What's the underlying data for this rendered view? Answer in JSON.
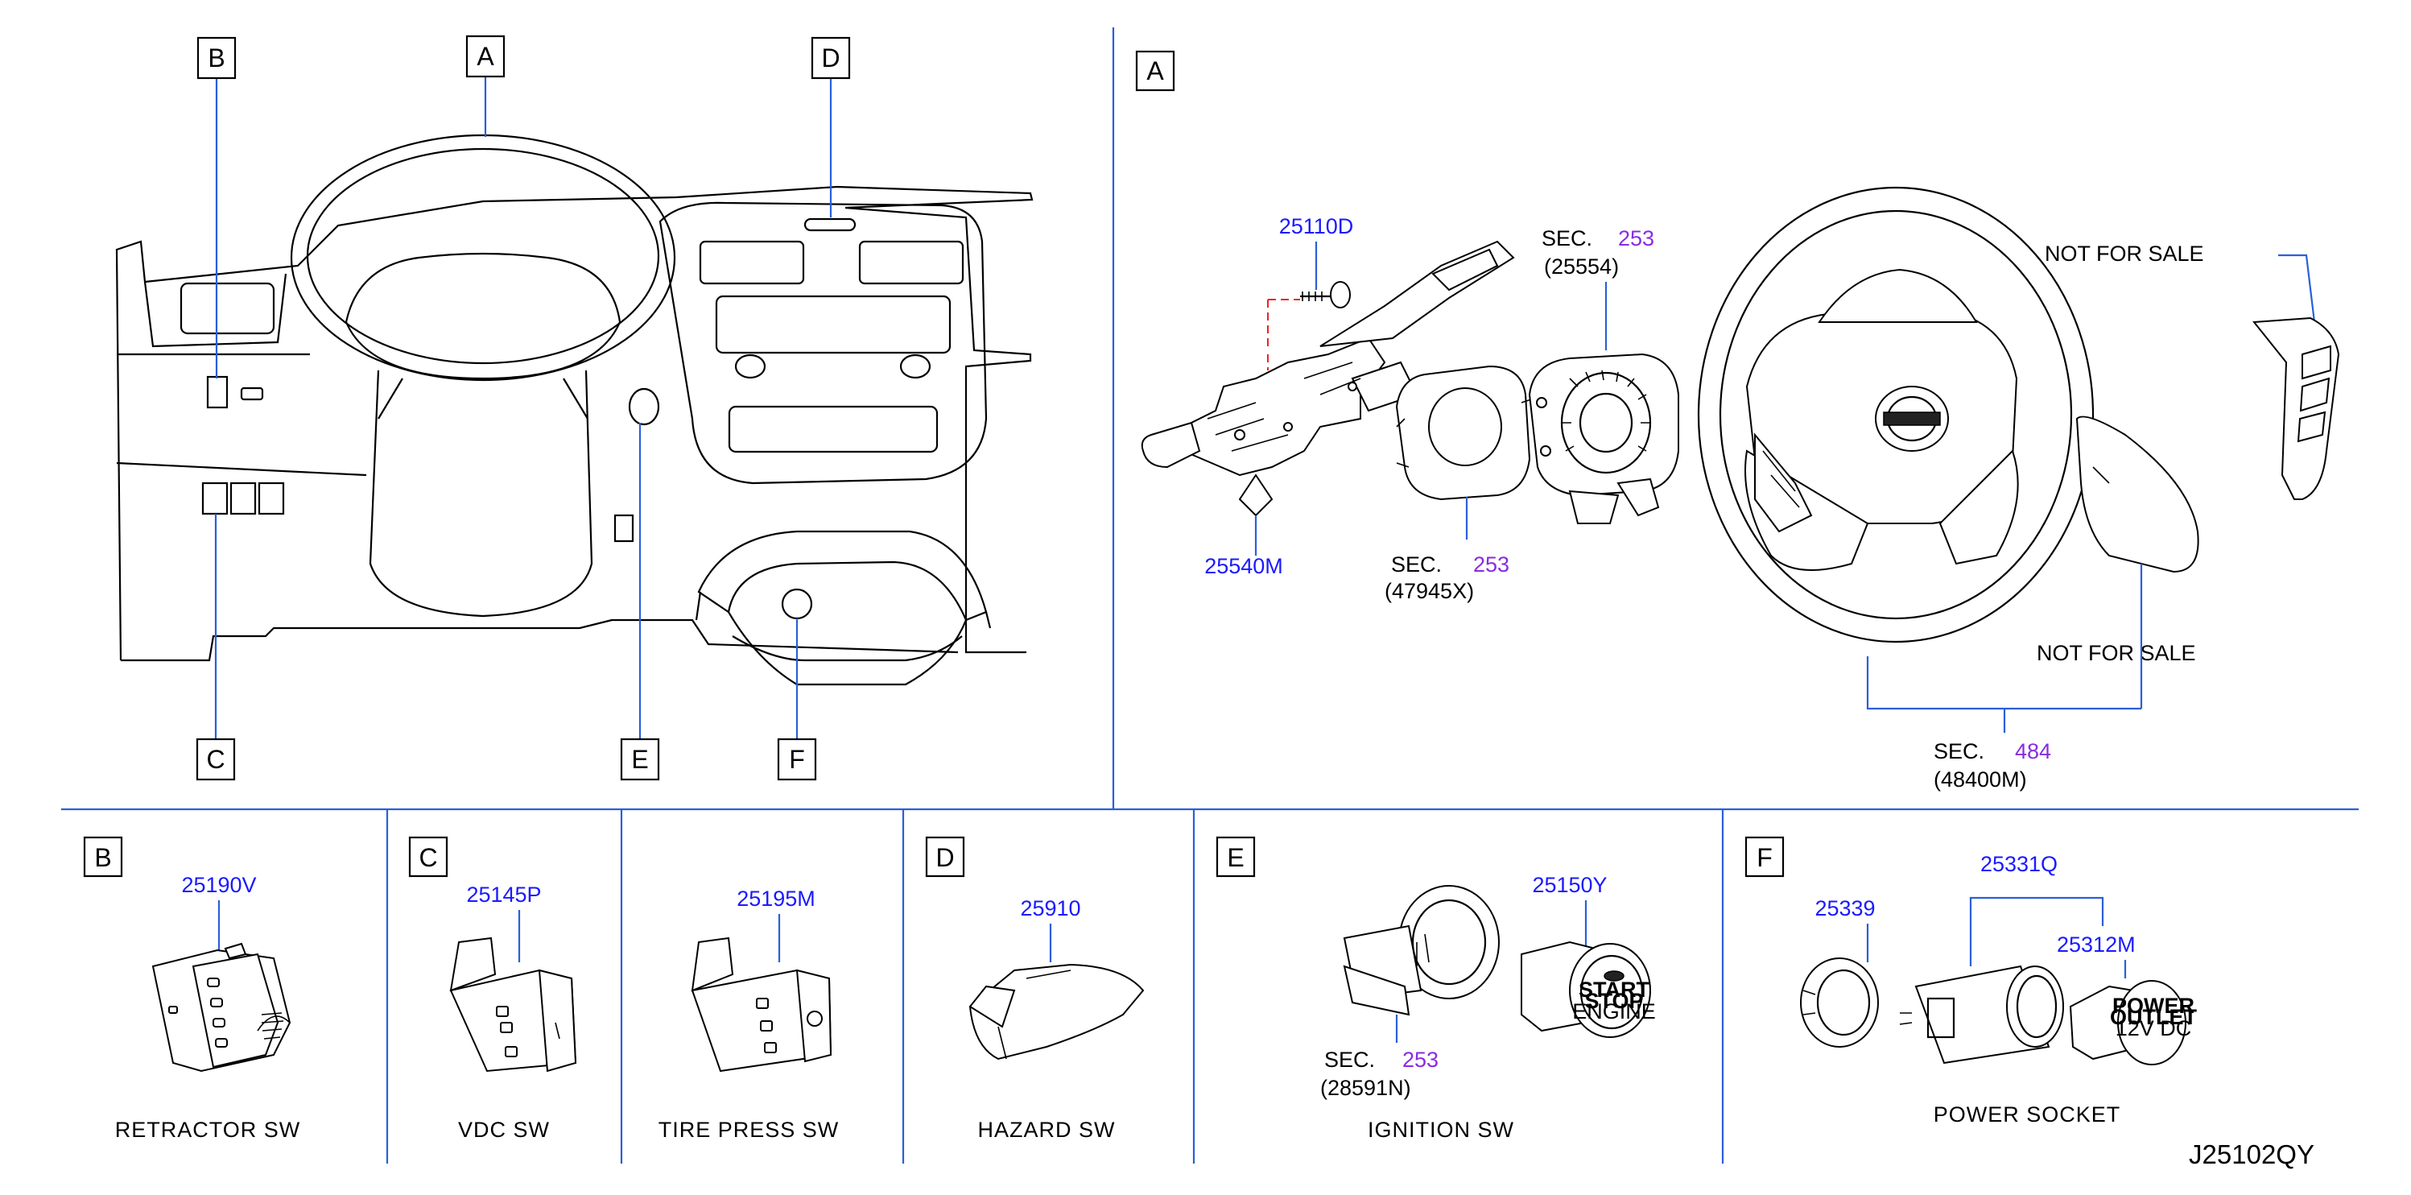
{
  "overview": {
    "labels": {
      "A": "A",
      "B": "B",
      "C": "C",
      "D": "D",
      "E": "E",
      "F": "F"
    }
  },
  "panel_a": {
    "label": "A",
    "parts": {
      "p1": "25110D",
      "p2": "25540M"
    },
    "sec_253_spiral": {
      "sec": "SEC.",
      "num": "253",
      "code": "(25554)"
    },
    "sec_253_cable": {
      "sec": "SEC.",
      "num": "253",
      "code": "(47945X)"
    },
    "sec_484": {
      "sec": "SEC.",
      "num": "484",
      "code": "(48400M)"
    },
    "not_for_sale_1": "NOT   FOR   SALE",
    "not_for_sale_2": "NOT   FOR   SALE"
  },
  "panels": [
    {
      "letter": "B",
      "part": "25190V",
      "caption": "RETRACTOR   SW"
    },
    {
      "letter": "C",
      "part": "25145P",
      "caption": "VDC   SW"
    },
    {
      "letter": "",
      "part": "25195M",
      "caption": "TIRE   PRESS   SW"
    },
    {
      "letter": "D",
      "part": "25910",
      "caption": "HAZARD   SW"
    },
    {
      "letter": "E",
      "part": "25150Y",
      "caption": "IGNITION   SW",
      "sec": {
        "sec": "SEC.",
        "num": "253",
        "code": "(28591N)"
      },
      "button_text": [
        "START",
        "STOP",
        "ENGINE"
      ]
    },
    {
      "letter": "F",
      "part": "25339",
      "caption": "POWER   SOCKET",
      "parts_extra": [
        "25331Q",
        "25312M"
      ],
      "socket_text": [
        "POWER",
        "OUTLET",
        "12V DC"
      ]
    }
  ],
  "drawing_code": "J25102QY",
  "colors": {
    "part_number": "#1a1aff",
    "section_ref": "#8a2be2",
    "leader_line": "#2b5fd9",
    "line": "#000000"
  }
}
